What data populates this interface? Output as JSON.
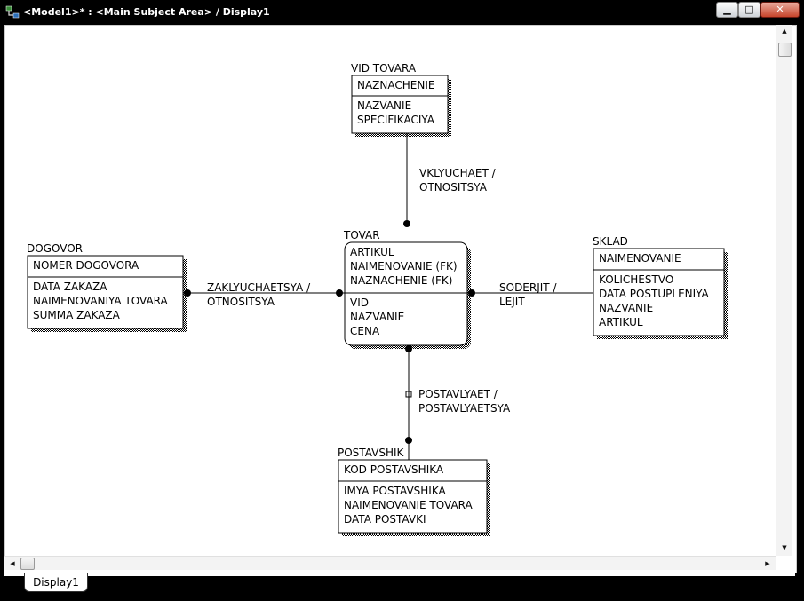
{
  "window": {
    "title": "<Model1>* : <Main Subject Area> / Display1",
    "buttons": {
      "minimize": "▁",
      "maximize": "□",
      "close": "✕"
    }
  },
  "tabs": [
    {
      "label": "Display1",
      "active": true
    }
  ],
  "diagram": {
    "entities": [
      {
        "id": "vid_tovara",
        "name": "VID TOVARA",
        "keys": [
          "NAZNACHENIE"
        ],
        "attributes": [
          "NAZVANIE",
          "SPECIFIKACIYA"
        ]
      },
      {
        "id": "dogovor",
        "name": "DOGOVOR",
        "keys": [
          "NOMER DOGOVORA"
        ],
        "attributes": [
          "DATA ZAKAZA",
          "NAIMENOVANIYA TOVARA",
          "SUMMA ZAKAZA"
        ]
      },
      {
        "id": "tovar",
        "name": "TOVAR",
        "keys": [
          "ARTIKUL",
          "NAIMENOVANIE (FK)",
          "NAZNACHENIE (FK)"
        ],
        "attributes": [
          "VID",
          "NAZVANIE",
          "CENA"
        ]
      },
      {
        "id": "sklad",
        "name": "SKLAD",
        "keys": [
          "NAIMENOVANIE"
        ],
        "attributes": [
          "KOLICHESTVO",
          "DATA POSTUPLENIYA",
          "NAZVANIE",
          "ARTIKUL"
        ]
      },
      {
        "id": "postavshik",
        "name": "POSTAVSHIK",
        "keys": [
          "KOD POSTAVSHIKA"
        ],
        "attributes": [
          "IMYA POSTAVSHIKA",
          "NAIMENOVANIE TOVARA",
          "DATA POSTAVKI"
        ]
      }
    ],
    "relationships": [
      {
        "id": "vid_tovar",
        "from": "vid_tovara",
        "to": "tovar",
        "label": [
          "VKLYUCHAET /",
          "OTNOSITSYA"
        ]
      },
      {
        "id": "dogovor_tovar",
        "from": "dogovor",
        "to": "tovar",
        "label": [
          "ZAKLYUCHAETSYA /",
          "OTNOSITSYA"
        ]
      },
      {
        "id": "tovar_sklad",
        "from": "tovar",
        "to": "sklad",
        "label": [
          "SODERJIT /",
          "LEJIT"
        ]
      },
      {
        "id": "tovar_postavshik",
        "from": "tovar",
        "to": "postavshik",
        "label": [
          "POSTAVLYAET /",
          "POSTAVLYAETSYA"
        ]
      }
    ]
  },
  "icons": {
    "app": "erwin-app-icon",
    "scroll_up": "scroll-up-arrow-icon",
    "scroll_down": "scroll-down-arrow-icon",
    "scroll_left": "scroll-left-arrow-icon",
    "scroll_right": "scroll-right-arrow-icon"
  }
}
